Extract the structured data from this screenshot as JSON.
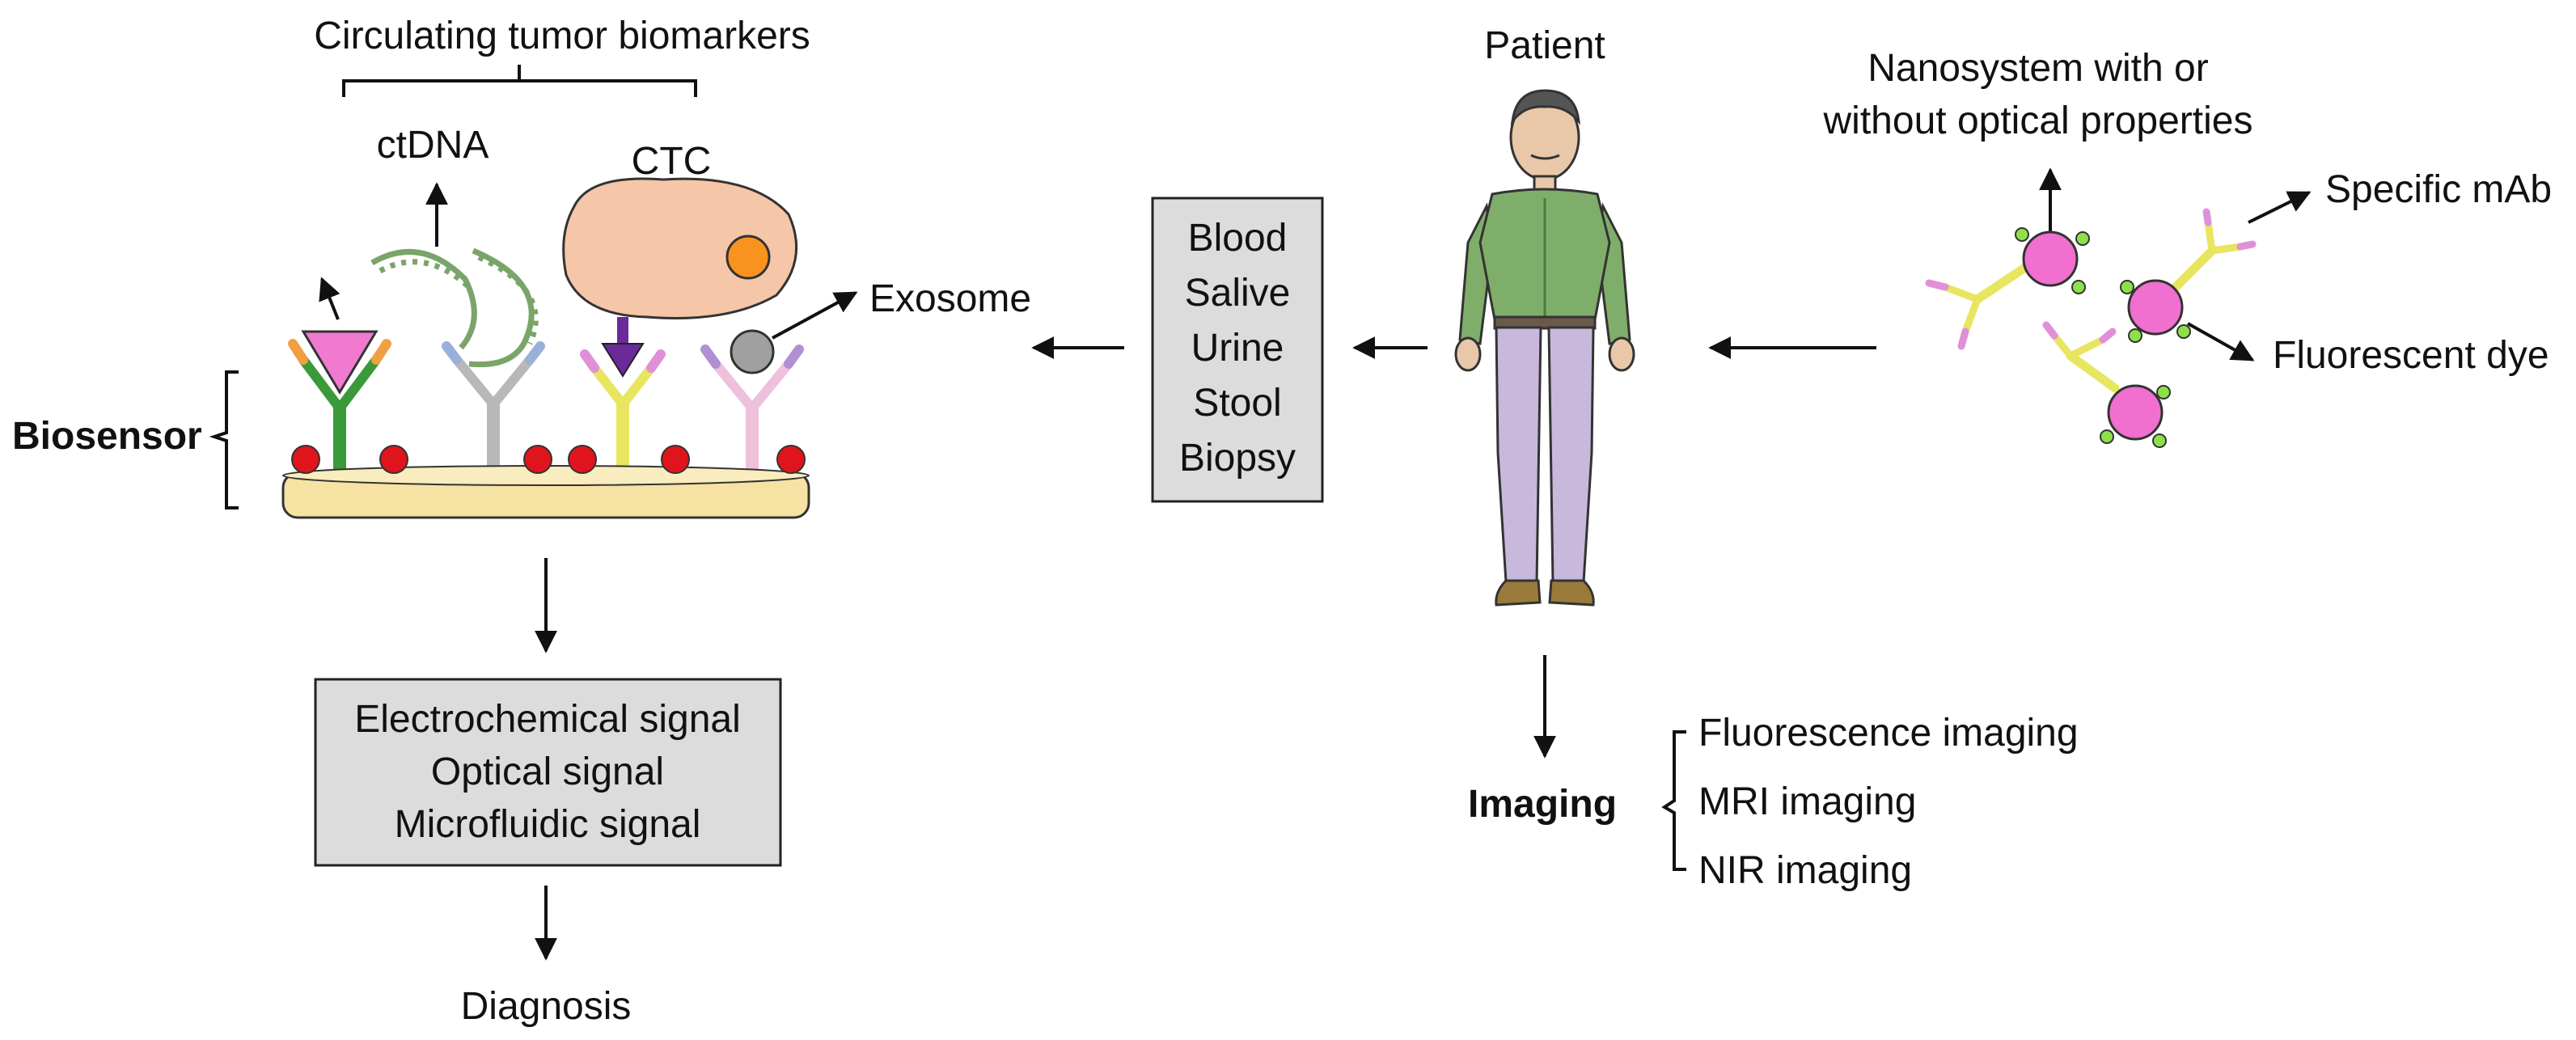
{
  "labels": {
    "circulating": "Circulating tumor biomarkers",
    "ctdna": "ctDNA",
    "ctc": "CTC",
    "exosome": "Exosome",
    "biosensor": "Biosensor",
    "patient": "Patient",
    "nano_line1": "Nanosystem with or",
    "nano_line2": "without optical properties",
    "specific_mab": "Specific mAb",
    "fluorescent_dye": "Fluorescent dye",
    "imaging": "Imaging",
    "diagnosis": "Diagnosis"
  },
  "samples_box": [
    "Blood",
    "Salive",
    "Urine",
    "Stool",
    "Biopsy"
  ],
  "signals_box": [
    "Electrochemical signal",
    "Optical signal",
    "Microfluidic signal"
  ],
  "imaging_methods": [
    "Fluorescence imaging",
    "MRI imaging",
    "NIR imaging"
  ],
  "colors": {
    "box_fill": "#dcdcdc",
    "substrate": "#f6e3a3",
    "red_dot": "#e0141c",
    "ctc_cell": "#f5c6a8",
    "ctc_nucleus": "#f7931e",
    "nanoparticle": "#f06fcf",
    "dye": "#8ee04a",
    "antibody_yellow": "#e8e660",
    "shirt": "#7fae6a",
    "pants": "#c8b8dc"
  }
}
